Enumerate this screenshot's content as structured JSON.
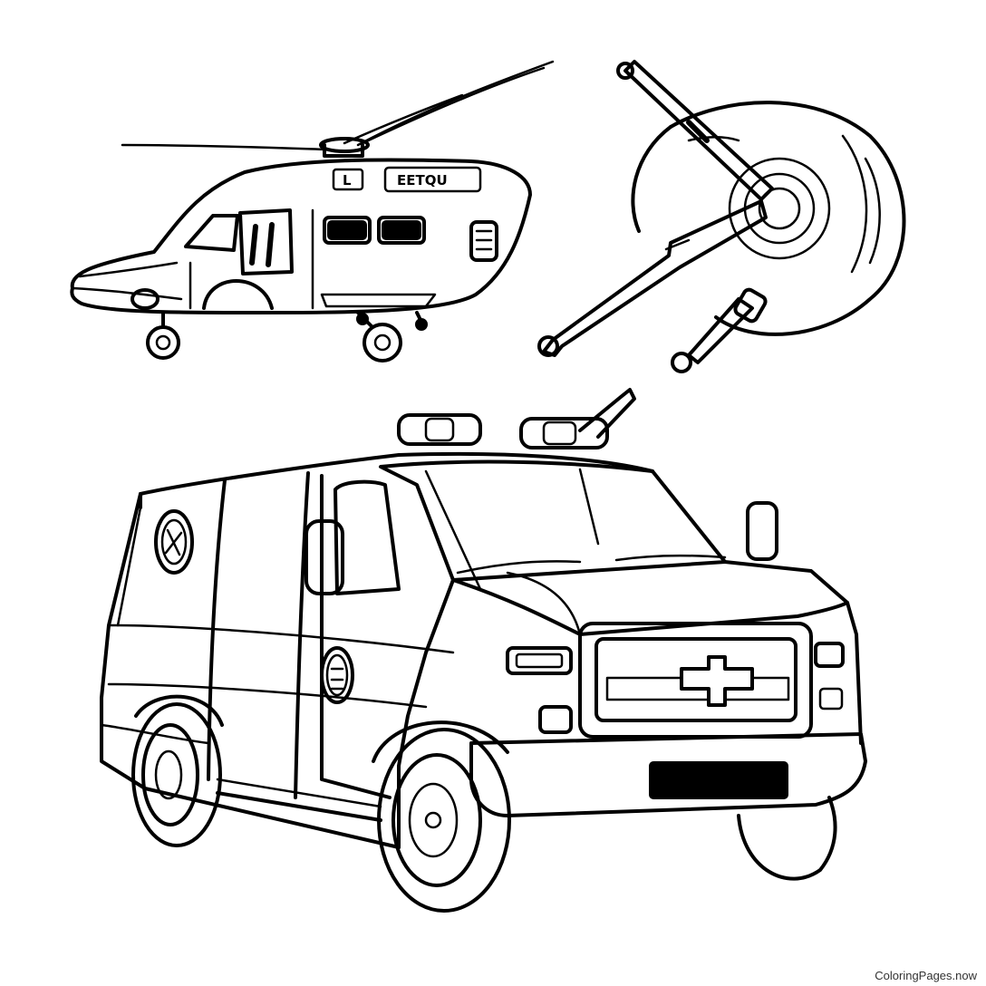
{
  "helicopter": {
    "tail_sign": "L",
    "side_sign": "EETQU"
  },
  "watermark": "ColoringPages.now",
  "colors": {
    "background": "#ffffff",
    "line": "#000000"
  }
}
